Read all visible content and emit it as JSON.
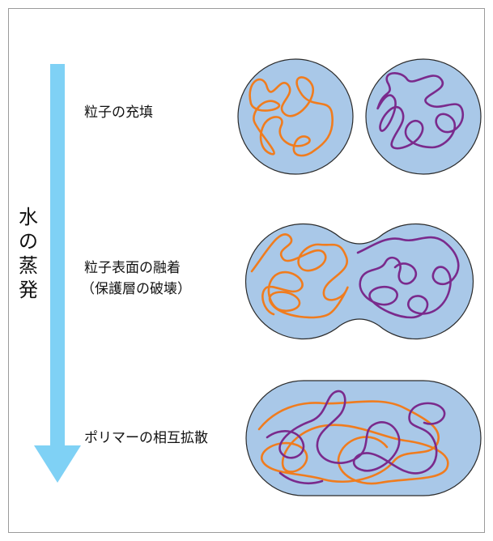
{
  "process_label": "水の蒸発",
  "process_label_chars": [
    "水",
    "の",
    "蒸",
    "発"
  ],
  "stages": [
    {
      "label": "粒子の充填"
    },
    {
      "label_line1": "粒子表面の融着",
      "label_line2": "（保護層の破壊）"
    },
    {
      "label": "ポリマーの相互拡散"
    }
  ],
  "colors": {
    "arrow": "#7fd1f5",
    "particle_fill": "#a9c8e8",
    "particle_stroke": "#2b2b2b",
    "polymer_a": "#f07c1e",
    "polymer_b": "#7a2a8c",
    "frame": "#9a9a9a"
  }
}
